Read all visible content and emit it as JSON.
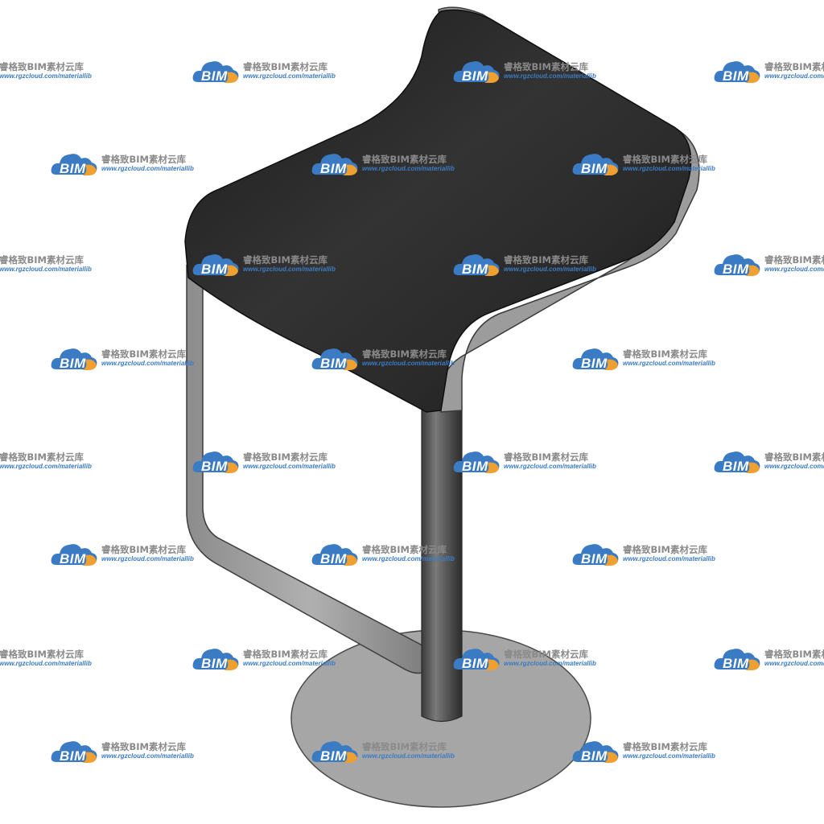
{
  "watermark": {
    "logo_text": "BIM",
    "title": "睿格致BIM素材云库",
    "url": "www.rgzcloud.com/materiallib",
    "logo_blue": "#3b7bc4",
    "logo_orange": "#f0a030"
  },
  "object": {
    "icon": "bar-stool-icon",
    "seat_color": "#262626",
    "frame_color": "#9a9a9a",
    "base_color": "#a8a8a8"
  }
}
